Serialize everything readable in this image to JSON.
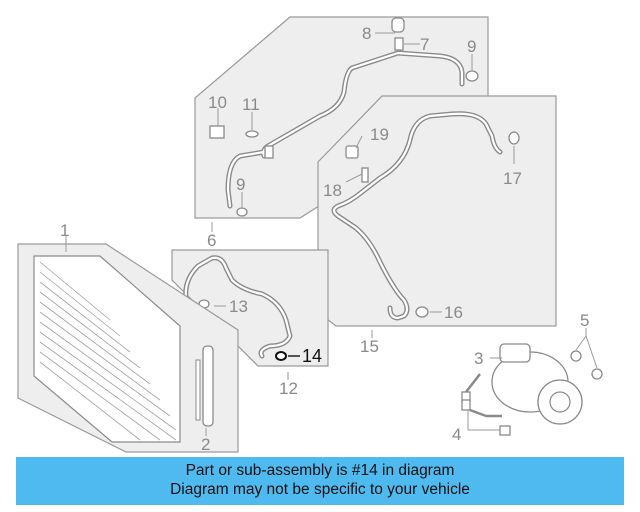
{
  "diagram": {
    "callouts": {
      "c1": "1",
      "c2": "2",
      "c3": "3",
      "c4": "4",
      "c5": "5",
      "c6": "6",
      "c7": "7",
      "c8": "8",
      "c9a": "9",
      "c9b": "9",
      "c10": "10",
      "c11": "11",
      "c12": "12",
      "c13": "13",
      "c14": "14",
      "c15": "15",
      "c16": "16",
      "c17": "17",
      "c18": "18",
      "c19": "19"
    },
    "highlighted_part": "14",
    "highlight_color": "#111111",
    "line_color": "#8a8a8a"
  },
  "banner": {
    "line1": "Part or sub-assembly is #14 in diagram",
    "line2": "Diagram may not be specific to your vehicle",
    "color": "#4fbaf0"
  }
}
